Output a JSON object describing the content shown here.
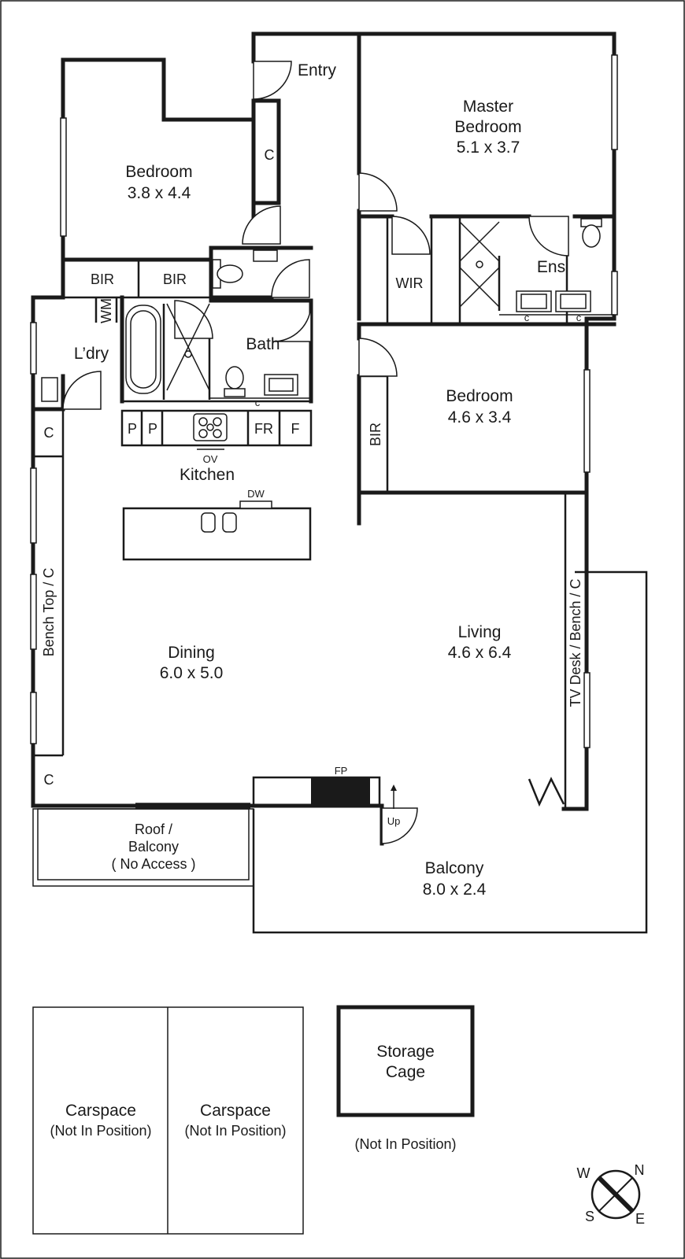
{
  "rooms": {
    "entry": "Entry",
    "master_name_1": "Master",
    "master_name_2": "Bedroom",
    "master_dims": "5.1 x 3.7",
    "bedroom1_name": "Bedroom",
    "bedroom1_dims": "3.8 x 4.4",
    "bedroom2_name": "Bedroom",
    "bedroom2_dims": "4.6 x 3.4",
    "bath": "Bath",
    "ens": "Ens",
    "laundry": "L’dry",
    "kitchen": "Kitchen",
    "dining_name": "Dining",
    "dining_dims": "6.0 x 5.0",
    "living_name": "Living",
    "living_dims": "4.6 x 6.4",
    "balcony_name": "Balcony",
    "balcony_dims": "8.0 x 2.4",
    "roof_1": "Roof /",
    "roof_2": "Balcony",
    "roof_3": "( No Access )"
  },
  "fixtures": {
    "bir": "BIR",
    "wir": "WIR",
    "wm": "WM",
    "c": "C",
    "c_small": "c",
    "p": "P",
    "fr": "FR",
    "f": "F",
    "ov": "OV",
    "dw": "DW",
    "fp": "FP",
    "up": "Up",
    "bench_top": "Bench Top / C",
    "tv_desk": "TV Desk / Bench / C"
  },
  "outbuildings": {
    "carspace": "Carspace",
    "not_in_position_paren": "(Not In Position)",
    "storage_1": "Storage",
    "storage_2": "Cage",
    "storage_note": "(Not In Position)"
  },
  "compass": {
    "w": "W",
    "n": "N",
    "s": "S",
    "e": "E"
  }
}
